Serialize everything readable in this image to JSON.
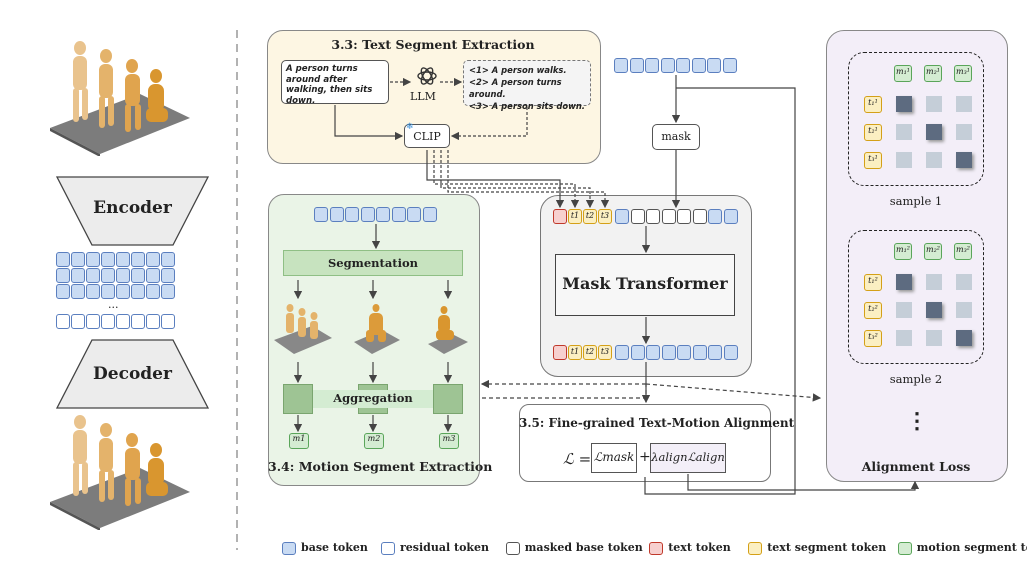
{
  "left": {
    "encoder_label": "Encoder",
    "decoder_label": "Decoder",
    "ellipsis": "..."
  },
  "text_extraction": {
    "title": "3.3: Text Segment Extraction",
    "input_text": "A person turns around after walking, then sits down.",
    "llm_label": "LLM",
    "segments": [
      "<1> A person walks.",
      "<2> A person turns around.",
      "<3> A person sits down."
    ],
    "clip_label": "CLIP"
  },
  "mask_label": "mask",
  "motion_extraction": {
    "title": "3.4: Motion Segment Extraction",
    "segmentation_label": "Segmentation",
    "aggregation_label": "Aggregation",
    "outputs": [
      "m1",
      "m2",
      "m3"
    ]
  },
  "mask_transformer": {
    "title": "Mask Transformer",
    "text_tokens": [
      "t1",
      "t2",
      "t3"
    ]
  },
  "alignment": {
    "title": "3.5: Fine-grained Text-Motion Alignment",
    "loss_lhs": "ℒ =",
    "loss_mask": "ℒmask",
    "plus": "+",
    "loss_align": "λalignℒalign"
  },
  "alignment_loss": {
    "title": "Alignment Loss",
    "sample_labels": [
      "sample 1",
      "sample 2"
    ],
    "ellipsis": "⋮"
  },
  "legend": [
    {
      "label": "base token",
      "color": "#c9dbf3",
      "border": "#5b7fbf"
    },
    {
      "label": "residual token",
      "color": "#ffffff",
      "border": "#5b7fbf"
    },
    {
      "label": "masked base token",
      "color": "#ffffff",
      "border": "#555555"
    },
    {
      "label": "text token",
      "color": "#f7d0cf",
      "border": "#c0392b"
    },
    {
      "label": "text segment token",
      "color": "#fbefc2",
      "border": "#d4a017"
    },
    {
      "label": "motion segment token",
      "color": "#d4ecd2",
      "border": "#5aa55a"
    }
  ]
}
